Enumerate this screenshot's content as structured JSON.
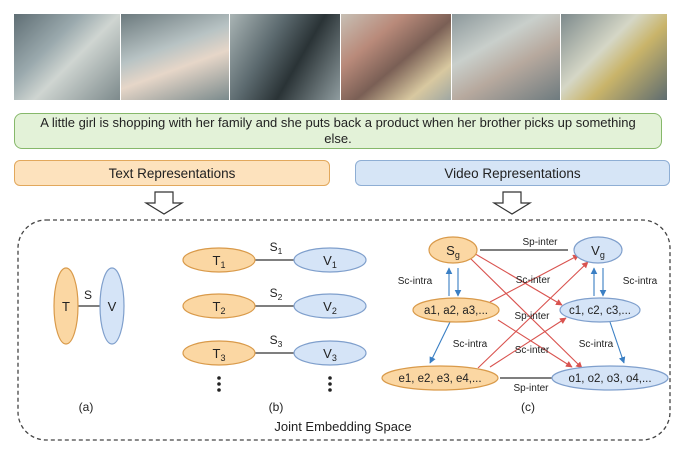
{
  "caption": "A little girl is shopping with her family and she puts back a product when her brother picks up something else.",
  "text_representations_label": "Text Representations",
  "video_representations_label": "Video Representations",
  "joint_space_label": "Joint Embedding Space",
  "panel_a": {
    "label": "(a)",
    "text_node": "T",
    "video_node": "V",
    "edge": "S"
  },
  "panel_b": {
    "label": "(b)",
    "pairs": [
      {
        "text_node": "T",
        "text_sub": "1",
        "video_node": "V",
        "video_sub": "1",
        "edge": "S",
        "edge_sub": "1"
      },
      {
        "text_node": "T",
        "text_sub": "2",
        "video_node": "V",
        "video_sub": "2",
        "edge": "S",
        "edge_sub": "2"
      },
      {
        "text_node": "T",
        "text_sub": "3",
        "video_node": "V",
        "video_sub": "3",
        "edge": "S",
        "edge_sub": "3"
      }
    ]
  },
  "panel_c": {
    "label": "(c)",
    "sg": {
      "main": "S",
      "sub": "g"
    },
    "vg": {
      "main": "V",
      "sub": "g"
    },
    "a_node": "a1, a2, a3,...",
    "c_node": "c1, c2, c3,...",
    "e_node": "e1, e2, e3, e4,...",
    "o_node": "o1, o2, o3, o4,...",
    "s_p_inter": "Sp-inter",
    "s_c_intra": "Sc-intra",
    "s_c_inter": "Sc-inter"
  },
  "colors": {
    "text_fill": "#fbd7a3",
    "text_stroke": "#d99a4a",
    "video_fill": "#d5e4f7",
    "video_stroke": "#7f9fcc",
    "red_arrow": "#d9534f",
    "blue_arrow": "#3a7fc4"
  }
}
